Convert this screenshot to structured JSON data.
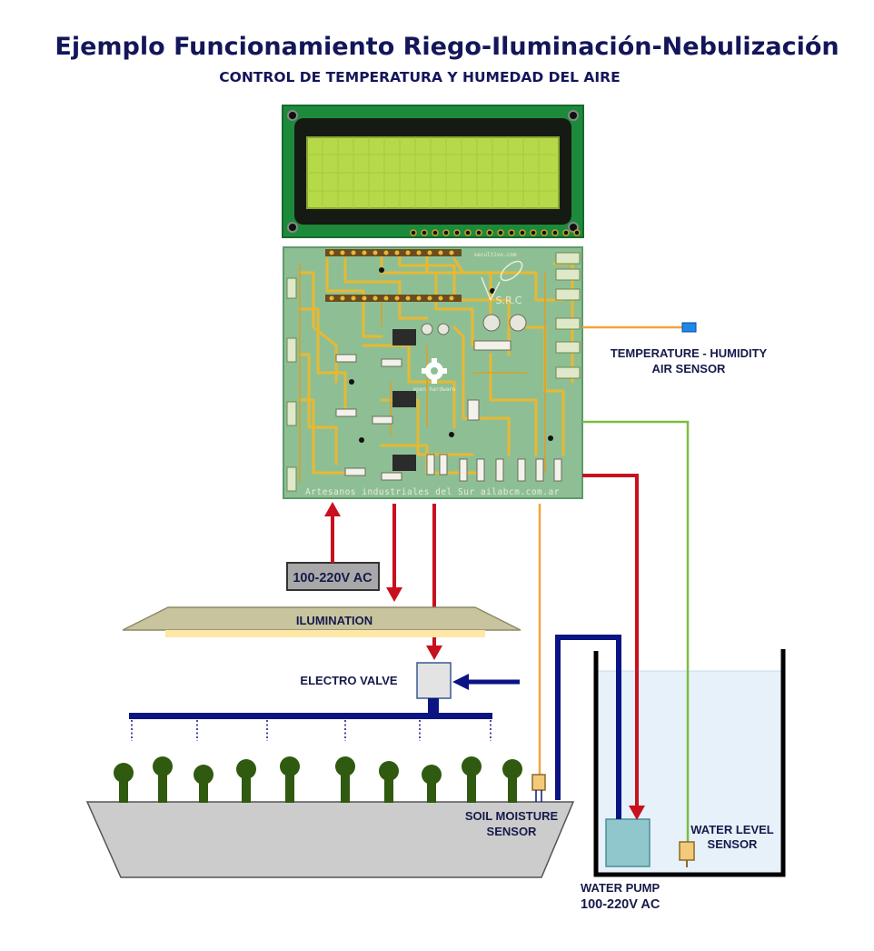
{
  "title": "Ejemplo  Funcionamiento  Riego-Iluminación-Nebulización",
  "subtitle": "CONTROL DE TEMPERATURA Y HUMEDAD DEL AIRE",
  "labels": {
    "power_input": "100-220V AC",
    "illumination": "ILUMINATION",
    "electro_valve": "ELECTRO VALVE",
    "temp_sensor_line1": "TEMPERATURE - HUMIDITY",
    "temp_sensor_line2": "AIR  SENSOR",
    "soil_sensor_line1": "SOIL MOISTURE",
    "soil_sensor_line2": "SENSOR",
    "water_level_line1": "WATER  LEVEL",
    "water_level_line2": "SENSOR",
    "pump_line1": "WATER  PUMP",
    "pump_line2": "100-220V AC"
  },
  "pcb": {
    "bottom_text": "Artesanos industriales del Sur ailabcm.com.ar",
    "top_text": "secultivo.com",
    "logo_text": "S.R.C",
    "oshw_text": "open hardware"
  },
  "colors": {
    "title": "#14165a",
    "arrow_red": "#c8101e",
    "pipe_blue": "#0b1482",
    "sensor_orange": "#f5a340",
    "sensor_green": "#7cbc42",
    "pcb_green": "#8ebf94",
    "trace_gold": "#e8b832",
    "lcd_screen": "#b6d94a",
    "plant_green": "#2f5a0f",
    "water": "#e6f1fa"
  }
}
